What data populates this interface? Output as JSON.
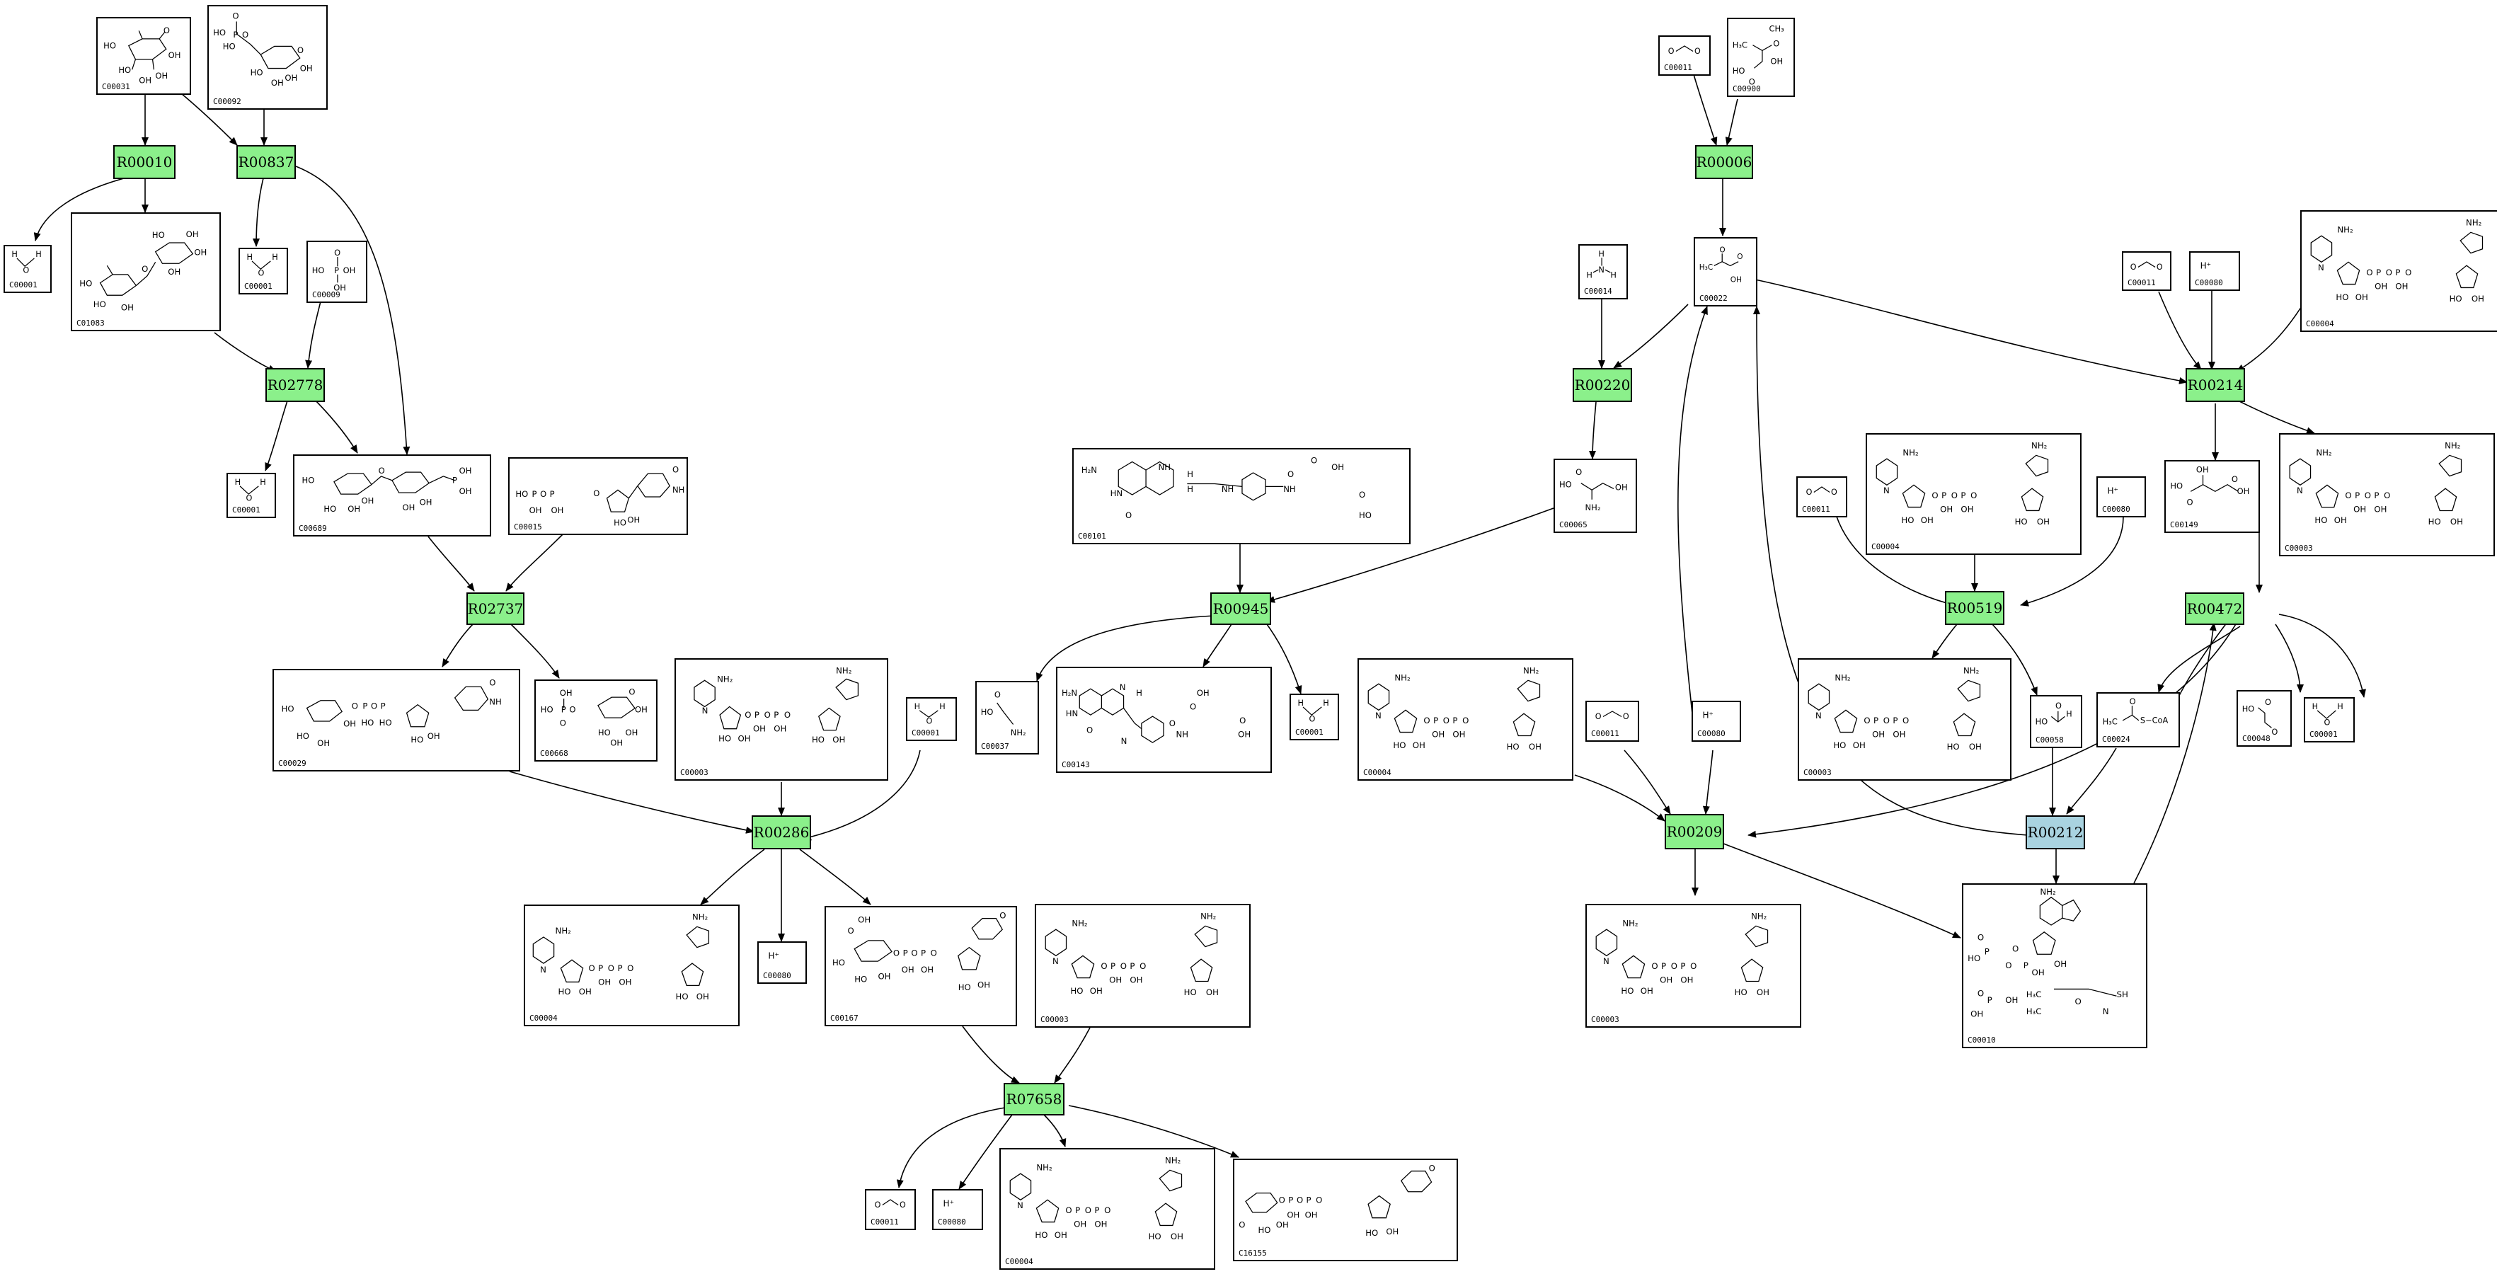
{
  "colors": {
    "reaction": "#8bf08b",
    "reaction_highlight": "#a9d3e0",
    "edge": "#000000"
  },
  "reactions": {
    "R00010": "R00010",
    "R00837": "R00837",
    "R02778": "R02778",
    "R02737": "R02737",
    "R00286": "R00286",
    "R07658": "R07658",
    "R00945": "R00945",
    "R00006": "R00006",
    "R00220": "R00220",
    "R00209": "R00209",
    "R00214": "R00214",
    "R00519": "R00519",
    "R00472": "R00472",
    "R00212": "R00212"
  },
  "compounds": {
    "c00031": "C00031",
    "c00092": "C00092",
    "c00001_a": "C00001",
    "c01083": "C01083",
    "c00001_b": "C00001",
    "c00009": "C00009",
    "c00001_c": "C00001",
    "c00689": "C00689",
    "c00015": "C00015",
    "c00029": "C00029",
    "c00668": "C00668",
    "c00003_a": "C00003",
    "c00001_d": "C00001",
    "c00004_a": "C00004",
    "c00080_a": "C00080",
    "c00167": "C00167",
    "c00003_b": "C00003",
    "c00011_a": "C00011",
    "c00080_b": "C00080",
    "c00004_b": "C00004",
    "c16155": "C16155",
    "c00101": "C00101",
    "c00037": "C00037",
    "c00143": "C00143",
    "c00001_e": "C00001",
    "c00011_b": "C00011",
    "c00900": "C00900",
    "c00014": "C00014",
    "c00022": "C00022",
    "c00065": "C00065",
    "c00004_c": "C00004",
    "c00011_c": "C00011",
    "c00080_c": "C00080",
    "c00003_c": "C00003",
    "c00011_d": "C00011",
    "c00004_d": "C00004",
    "c00080_d": "C00080",
    "c00003_d": "C00003",
    "c00058": "C00058",
    "c00011_e": "C00011",
    "c00080_e": "C00080",
    "c00004_e": "C00004",
    "c00003_e": "C00003",
    "c00149": "C00149",
    "c00024": "C00024",
    "c00048": "C00048",
    "c00001_f": "C00001",
    "c00010": "C00010"
  },
  "labels": {
    "hplus": "H⁺",
    "nh2": "NH₂",
    "h": "H",
    "o": "O",
    "n": "N",
    "p": "P",
    "oh": "OH",
    "ho": "HO",
    "sh": "SH",
    "h3c": "H₃C",
    "ch3": "CH₃",
    "scoa": "S−CoA"
  }
}
